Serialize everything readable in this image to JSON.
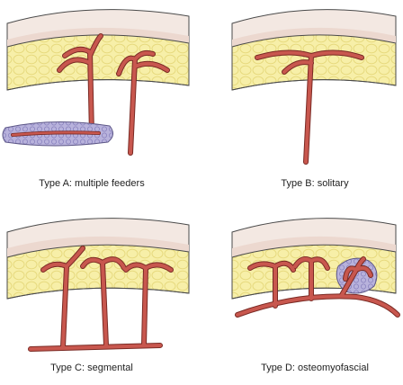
{
  "panels": [
    {
      "id": "A",
      "caption": "Type A: multiple feeders"
    },
    {
      "id": "B",
      "caption": "Type B: solitary"
    },
    {
      "id": "C",
      "caption": "Type C: segmental"
    },
    {
      "id": "D",
      "caption": "Type D: osteomyofascial"
    }
  ],
  "colors": {
    "skin_top": "#f3e8e2",
    "skin_dermis": "#ecd8cf",
    "skin_outline": "#4a4a4a",
    "fat": "#f7efa8",
    "fat_lobule": "#efe48a",
    "vessel": "#c8574e",
    "vessel_outline": "#7a2a24",
    "tissue_block": "#b8b2dc",
    "tissue_block_outline": "#5d5787"
  }
}
